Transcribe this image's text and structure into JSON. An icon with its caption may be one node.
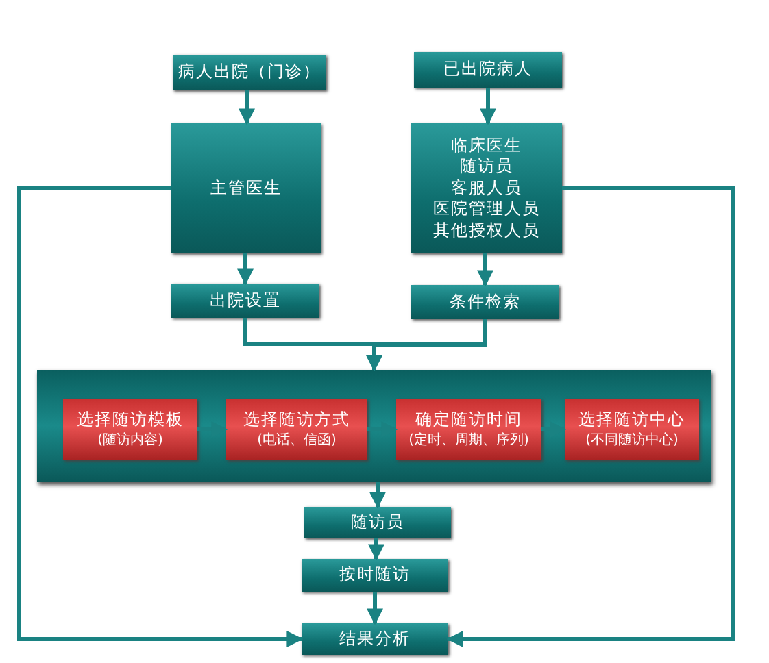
{
  "diagram": {
    "nodes": [
      {
        "text": [
          "病人出院（门诊）"
        ]
      },
      {
        "text": [
          "已出院病人"
        ]
      },
      {
        "text": [
          "主管医生"
        ]
      },
      {
        "text": [
          "临床医生",
          "随访员",
          "客服人员",
          "医院管理人员",
          "其他授权人员"
        ]
      },
      {
        "text": [
          "出院设置"
        ]
      },
      {
        "text": [
          "条件检索"
        ]
      },
      {
        "text": [],
        "shape": "bar"
      },
      {
        "text": [
          "选择随访模板",
          "(随访内容)"
        ],
        "in": 6
      },
      {
        "text": [
          "选择随访方式",
          "(电话、信函)"
        ],
        "in": 6
      },
      {
        "text": [
          "确定随访时间",
          "(定时、周期、序列)"
        ],
        "in": 6
      },
      {
        "text": [
          "选择随访中心",
          "(不同随访中心)"
        ],
        "in": 6
      },
      {
        "text": [
          "随访员"
        ]
      },
      {
        "text": [
          "按时随访"
        ]
      },
      {
        "text": [
          "结果分析"
        ]
      }
    ],
    "edges": [
      {
        "from": 0,
        "to": 2,
        "arrow": "to"
      },
      {
        "from": 1,
        "to": 3,
        "arrow": "to"
      },
      {
        "from": 2,
        "to": 4,
        "arrow": "to"
      },
      {
        "from": 3,
        "to": 5,
        "arrow": "to"
      },
      {
        "from": 4,
        "to": 6,
        "arrow": "to"
      },
      {
        "from": 5,
        "to": 6,
        "arrow": "to"
      },
      {
        "from": 7,
        "to": 8,
        "arrow": "to"
      },
      {
        "from": 8,
        "to": 9,
        "arrow": "to"
      },
      {
        "from": 9,
        "to": 10,
        "arrow": "to"
      },
      {
        "from": 6,
        "to": 11,
        "arrow": "to"
      },
      {
        "from": 11,
        "to": 12,
        "arrow": "to"
      },
      {
        "from": 12,
        "to": 13,
        "arrow": "to"
      },
      {
        "from": 2,
        "to": 13,
        "arrow": "to"
      },
      {
        "from": 3,
        "to": 13,
        "arrow": "to"
      }
    ]
  }
}
